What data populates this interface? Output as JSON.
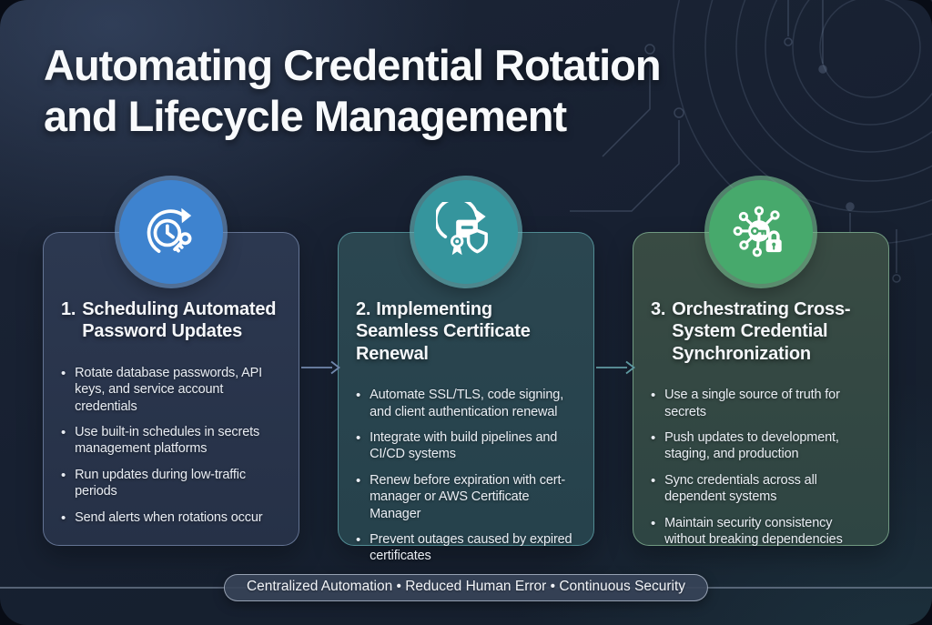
{
  "header": {
    "title_line1": "Automating Credential Rotation",
    "title_line2": "and Lifecycle Management"
  },
  "cards": [
    {
      "number": "1.",
      "title": "Scheduling Automated Password Updates",
      "icon": "clock-rotation-key-icon",
      "colors": {
        "circle": "#3e83cf",
        "ring": "rgba(122,169,224,0.55)",
        "bg_top": "#2c3850",
        "bg_bottom": "#263147",
        "border": "rgba(110,127,160,0.85)"
      },
      "bullets": [
        "Rotate database passwords, API keys, and service account credentials",
        "Use built-in schedules in secrets management platforms",
        "Run updates during low-traffic periods",
        "Send alerts when rotations occur"
      ]
    },
    {
      "number": "2.",
      "title": "Implementing Seamless Certificate Renewal",
      "icon": "certificate-renewal-shield-icon",
      "colors": {
        "circle": "#35959d",
        "ring": "rgba(108,192,197,0.6)",
        "bg_top": "#2b4650",
        "bg_bottom": "#26424c",
        "border": "rgba(86,148,155,0.9)"
      },
      "bullets": [
        "Automate SSL/TLS, code signing, and client authentication renewal",
        "Integrate with build pipelines and CI/CD systems",
        "Renew before expiration with cert-manager or AWS Certificate Manager",
        "Prevent outages caused by expired certificates"
      ]
    },
    {
      "number": "3.",
      "title": "Orchestrating Cross-System Credential Synchronization",
      "icon": "key-network-lock-icon",
      "colors": {
        "circle": "#47a96c",
        "ring": "rgba(124,199,150,0.6)",
        "bg_top": "#394b43",
        "bg_bottom": "#2e4543",
        "border": "rgba(123,168,140,0.85)"
      },
      "bullets": [
        "Use a single source of truth for secrets",
        "Push updates to development, staging, and production",
        "Sync credentials across all dependent systems",
        "Maintain security consistency without breaking dependencies"
      ]
    }
  ],
  "arrows": [
    {
      "name": "flow-arrow-1",
      "color": "#7188ad"
    },
    {
      "name": "flow-arrow-2",
      "color": "#5f9aa2"
    }
  ],
  "footer": {
    "label": "Centralized Automation • Reduced Human Error • Continuous Security"
  }
}
